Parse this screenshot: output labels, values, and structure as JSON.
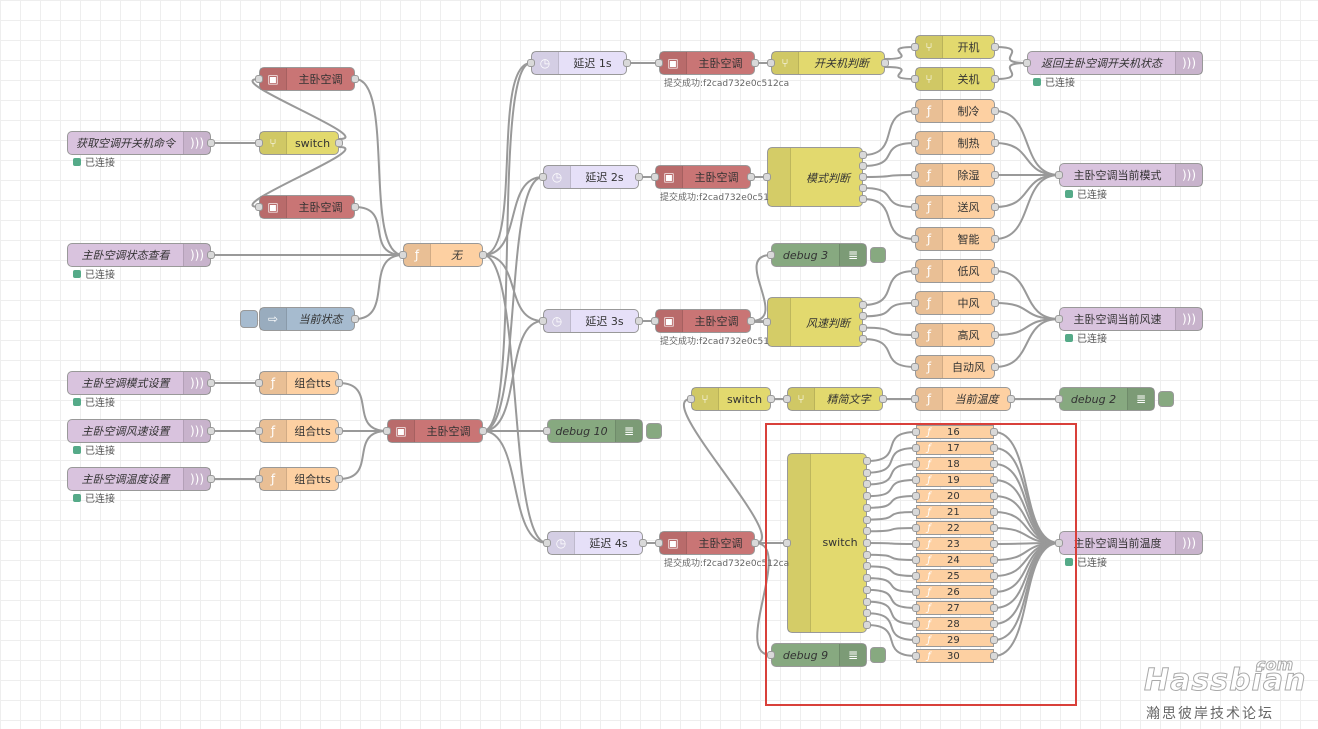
{
  "nodes": {
    "api_top": "主卧空调",
    "ha_get_cmd": "获取空调开关机命令",
    "switch_main": "switch",
    "api_mid": "主卧空调",
    "ha_status_view": "主卧空调状态查看",
    "fn_none": "无",
    "link_state": "当前状态",
    "ha_mode_set": "主卧空调模式设置",
    "ha_fan_set": "主卧空调风速设置",
    "ha_temp_set": "主卧空调温度设置",
    "fn_tts1": "组合tts",
    "fn_tts2": "组合tts",
    "fn_tts3": "组合tts",
    "api_main": "主卧空调",
    "delay1": "延迟 1s",
    "delay2": "延迟 2s",
    "delay3": "延迟 3s",
    "delay4": "延迟 4s",
    "debug10": "debug 10",
    "api_d1": "主卧空调",
    "api_d2": "主卧空调",
    "api_d3": "主卧空调",
    "api_d4": "主卧空调",
    "sw_power": "开关机判断",
    "sw_mode": "模式判断",
    "sw_fan": "风速判断",
    "sw_temp_a": "switch",
    "sw_text": "精简文字",
    "fn_curtemp": "当前温度",
    "debug2": "debug 2",
    "debug3": "debug 3",
    "debug9": "debug 9",
    "sw_big": "switch",
    "on": "开机",
    "off": "关机",
    "cool": "制冷",
    "heat": "制热",
    "dry": "除湿",
    "fan_only": "送风",
    "smart": "智能",
    "low": "低风",
    "mid": "中风",
    "high": "高风",
    "auto": "自动风",
    "out_power": "返回主卧空调开关机状态",
    "out_mode": "主卧空调当前模式",
    "out_fan": "主卧空调当前风速",
    "out_temp": "主卧空调当前温度"
  },
  "temps": [
    "16",
    "17",
    "18",
    "19",
    "20",
    "21",
    "22",
    "23",
    "24",
    "25",
    "26",
    "27",
    "28",
    "29",
    "30"
  ],
  "status": {
    "connected": "已连接",
    "submit1": "提交成功:f2cad732e0c512ca",
    "submit2": "提交成功:f2cad732e0c51",
    "submit3": "提交成功:f2cad732e0c51",
    "submit4": "提交成功:f2cad732e0c512ca"
  },
  "watermark": {
    "brand": "Hassbian",
    "domain": "com",
    "subtitle": "瀚思彼岸技术论坛"
  },
  "colors": {
    "ha": "#d9c3de",
    "api": "#c97575",
    "switch": "#e2d96e",
    "function": "#fdd0a2",
    "delay": "#e6e0f8",
    "debug": "#87a980",
    "link": "#a6bbcf",
    "highlight": "#d9403a",
    "status_ok": "#55aa88"
  },
  "icons": {
    "ha": "wave-icon",
    "api": "robot-icon",
    "switch": "split-icon",
    "function": "function-icon",
    "delay": "clock-icon",
    "debug": "list-icon",
    "link": "arrow-icon"
  }
}
